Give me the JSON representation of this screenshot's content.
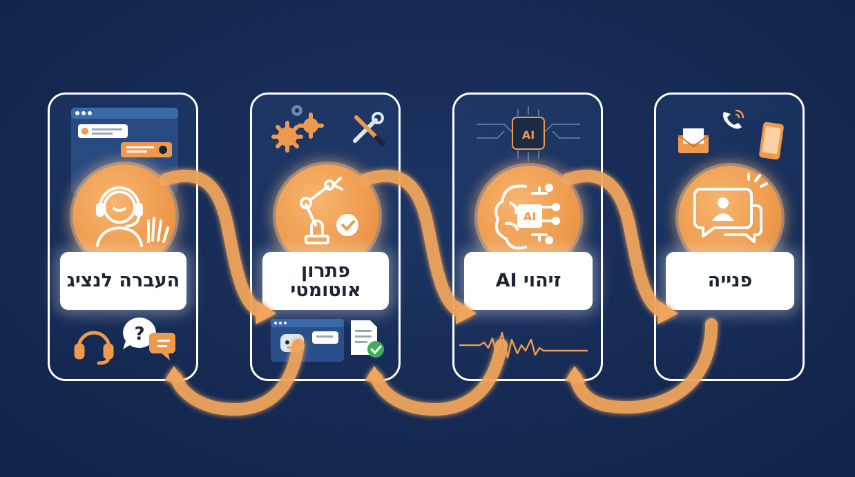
{
  "colors": {
    "background": "#152a52",
    "accent": "#ee9a4c",
    "accent_light": "#f7b56f",
    "card_border": "#ffffff",
    "label_text": "#1c2434"
  },
  "steps": [
    {
      "label": "העברה לנציג",
      "icon": "agent-headset-icon"
    },
    {
      "label": "פתרון אוטומטי",
      "icon": "robot-arm-icon"
    },
    {
      "label": "זיהוי AI",
      "icon": "ai-brain-icon"
    },
    {
      "label": "פנייה",
      "icon": "chat-contact-icon"
    }
  ],
  "ai_chip_text": "AI",
  "ai_brain_text": "AI"
}
